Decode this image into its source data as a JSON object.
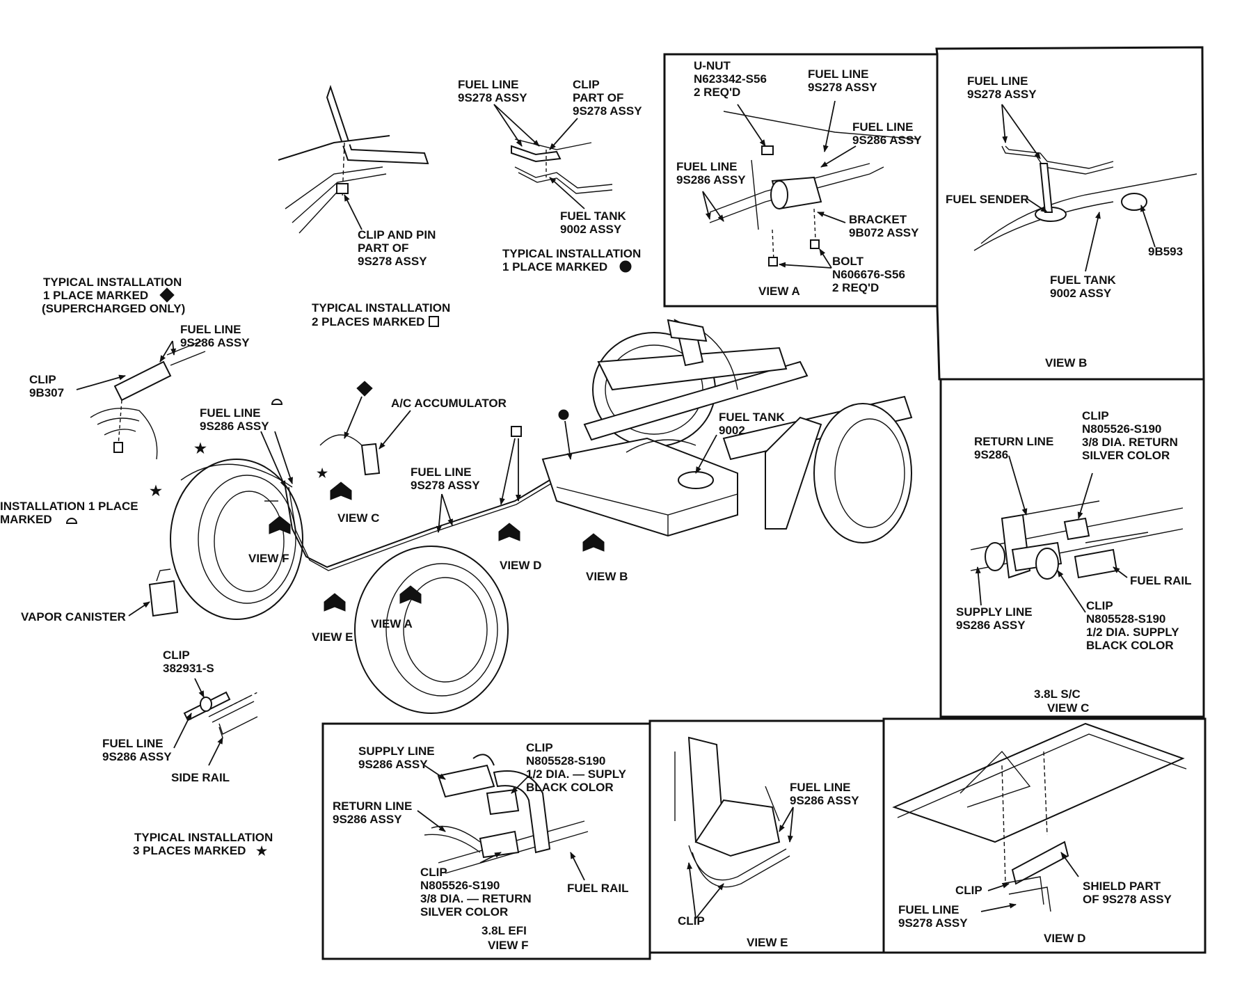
{
  "top_clip_pin": {
    "lines": [
      "CLIP AND PIN",
      "PART OF",
      "9S278 ASSY"
    ]
  },
  "top_center": {
    "fuel_line": [
      "FUEL LINE",
      "9S278 ASSY"
    ],
    "clip": [
      "CLIP",
      "PART OF",
      "9S278 ASSY"
    ],
    "fuel_tank": [
      "FUEL TANK",
      "9002 ASSY"
    ],
    "typical": [
      "TYPICAL INSTALLATION",
      "1 PLACE MARKED"
    ]
  },
  "view_a": {
    "unut": [
      "U-NUT",
      "N623342-S56",
      "2 REQ'D"
    ],
    "fuel_line_top": [
      "FUEL LINE",
      "9S278 ASSY"
    ],
    "fuel_line_right": [
      "FUEL LINE",
      "9S286 ASSY"
    ],
    "fuel_line_left": [
      "FUEL LINE",
      "9S286 ASSY"
    ],
    "bracket": [
      "BRACKET",
      "9B072 ASSY"
    ],
    "bolt": [
      "BOLT",
      "N606676-S56",
      "2 REQ'D"
    ],
    "title": "VIEW A"
  },
  "view_b": {
    "fuel_line": [
      "FUEL LINE",
      "9S278 ASSY"
    ],
    "fuel_sender": "FUEL SENDER",
    "part": "9B593",
    "fuel_tank": [
      "FUEL TANK",
      "9002 ASSY"
    ],
    "title": "VIEW B"
  },
  "view_c": {
    "clip_top": [
      "CLIP",
      "N805526-S190",
      "3/8 DIA. RETURN",
      "SILVER COLOR"
    ],
    "return_line": [
      "RETURN LINE",
      "9S286"
    ],
    "fuel_rail": "FUEL RAIL",
    "supply_line": [
      "SUPPLY LINE",
      "9S286 ASSY"
    ],
    "clip_bottom": [
      "CLIP",
      "N805528-S190",
      "1/2 DIA. SUPPLY",
      "BLACK COLOR"
    ],
    "engine": "3.8L S/C",
    "title": "VIEW C"
  },
  "left": {
    "typical_diamond": [
      "TYPICAL INSTALLATION",
      "1 PLACE MARKED",
      "(SUPERCHARGED ONLY)"
    ],
    "fuel_line_top": [
      "FUEL LINE",
      "9S286 ASSY"
    ],
    "clip": [
      "CLIP",
      "9B307"
    ],
    "fuel_line_mid": [
      "FUEL LINE",
      "9S286 ASSY"
    ],
    "install_one": [
      "INSTALLATION 1 PLACE",
      "MARKED"
    ],
    "vapor_canister": "VAPOR CANISTER"
  },
  "center": {
    "typical_square": [
      "TYPICAL INSTALLATION",
      "2 PLACES MARKED"
    ],
    "ac_accumulator": "A/C ACCUMULATOR",
    "fuel_line": [
      "FUEL LINE",
      "9S278 ASSY"
    ],
    "fuel_tank": [
      "FUEL TANK",
      "9002"
    ],
    "view_c_marker": "VIEW C",
    "view_f_marker": "VIEW F",
    "view_d_marker": "VIEW D",
    "view_b_marker": "VIEW B",
    "view_a_marker": "VIEW A",
    "view_e_marker": "VIEW E"
  },
  "side_rail": {
    "clip": [
      "CLIP",
      "382931-S"
    ],
    "fuel_line": [
      "FUEL LINE",
      "9S286 ASSY"
    ],
    "side_rail": "SIDE RAIL",
    "typical": [
      "TYPICAL INSTALLATION",
      "3 PLACES MARKED"
    ]
  },
  "view_f": {
    "supply_line": [
      "SUPPLY LINE",
      "9S286 ASSY"
    ],
    "clip_top": [
      "CLIP",
      "N805528-S190",
      "1/2 DIA. — SUPLY",
      "BLACK COLOR"
    ],
    "return_line": [
      "RETURN LINE",
      "9S286 ASSY"
    ],
    "clip_bottom": [
      "CLIP",
      "N805526-S190",
      "3/8 DIA. — RETURN",
      "SILVER COLOR"
    ],
    "fuel_rail": "FUEL RAIL",
    "engine": "3.8L EFI",
    "title": "VIEW F"
  },
  "view_e": {
    "fuel_line": [
      "FUEL LINE",
      "9S286 ASSY"
    ],
    "clip": "CLIP",
    "title": "VIEW E"
  },
  "view_d": {
    "shield": [
      "SHIELD PART",
      "OF 9S278 ASSY"
    ],
    "clip": "CLIP",
    "fuel_line": [
      "FUEL LINE",
      "9S278 ASSY"
    ],
    "title": "VIEW D"
  }
}
